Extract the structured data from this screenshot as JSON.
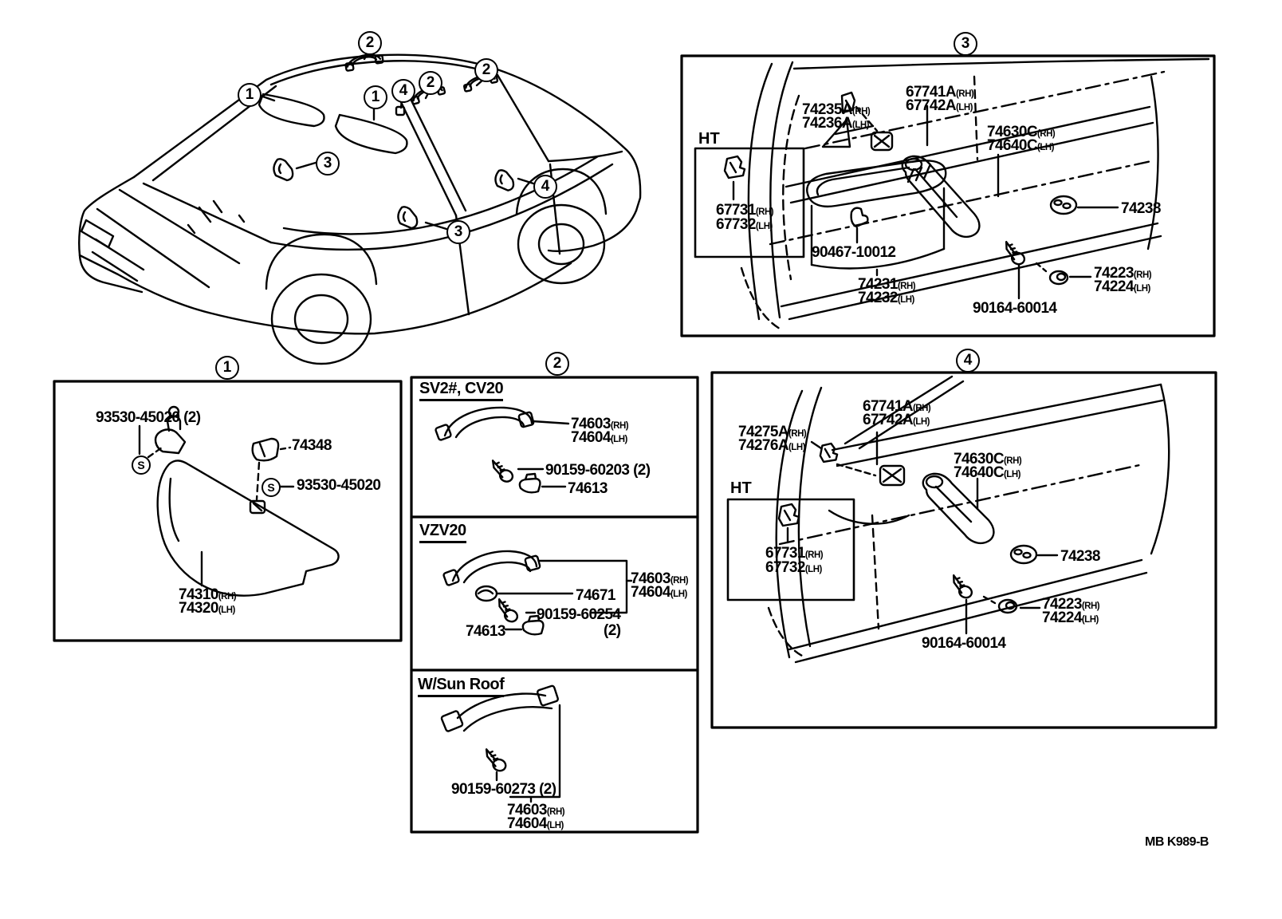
{
  "doc": {
    "footer_code": "MB K989-B",
    "ink": "#000000",
    "paper": "#ffffff"
  },
  "car": {
    "callouts": [
      "2",
      "1",
      "1",
      "4",
      "2",
      "2",
      "3",
      "4",
      "3"
    ]
  },
  "s1": {
    "no": "1",
    "s_symbol": "S",
    "l_93530_top": {
      "num": "93530-45020 (2)"
    },
    "l_74348": {
      "num": "74348"
    },
    "l_93530_right": {
      "num": "93530-45020"
    },
    "l_74310": {
      "num": "74310",
      "side": "(RH)"
    },
    "l_74320": {
      "num": "74320",
      "side": "(LH)"
    }
  },
  "s2": {
    "no": "2",
    "t_sv2": "SV2#, CV20",
    "t_vzv": "VZV20",
    "t_sunroof": "W/Sun Roof",
    "a_74603": {
      "num": "74603",
      "side": "(RH)"
    },
    "a_74604": {
      "num": "74604",
      "side": "(LH)"
    },
    "a_90159": {
      "num": "90159-60203 (2)"
    },
    "a_74613": {
      "num": "74613"
    },
    "b_74603": {
      "num": "74603",
      "side": "(RH)"
    },
    "b_74604": {
      "num": "74604",
      "side": "(LH)"
    },
    "b_74671": {
      "num": "74671"
    },
    "b_90159": {
      "num": "90159-60254"
    },
    "b_qty": "(2)",
    "b_74613": {
      "num": "74613"
    },
    "c_90159": {
      "num": "90159-60273 (2)"
    },
    "c_74603": {
      "num": "74603",
      "side": "(RH)"
    },
    "c_74604": {
      "num": "74604",
      "side": "(LH)"
    }
  },
  "s3": {
    "no": "3",
    "ht": "HT",
    "l_74235": {
      "num": "74235A",
      "side": "(RH)"
    },
    "l_74236": {
      "num": "74236A",
      "side": "(LH)"
    },
    "l_67741": {
      "num": "67741A",
      "side": "(RH)"
    },
    "l_67742": {
      "num": "67742A",
      "side": "(LH)"
    },
    "l_74630": {
      "num": "74630C",
      "side": "(RH)"
    },
    "l_74640": {
      "num": "74640C",
      "side": "(LH)"
    },
    "l_67731": {
      "num": "67731",
      "side": "(RH)"
    },
    "l_67732": {
      "num": "67732",
      "side": "(LH)"
    },
    "l_90467": {
      "num": "90467-10012"
    },
    "l_74231": {
      "num": "74231",
      "side": "(RH)"
    },
    "l_74232": {
      "num": "74232",
      "side": "(LH)"
    },
    "l_90164": {
      "num": "90164-60014"
    },
    "l_74223": {
      "num": "74223",
      "side": "(RH)"
    },
    "l_74224": {
      "num": "74224",
      "side": "(LH)"
    },
    "l_74238": {
      "num": "74238"
    }
  },
  "s4": {
    "no": "4",
    "ht": "HT",
    "l_67741": {
      "num": "67741A",
      "side": "(RH)"
    },
    "l_67742": {
      "num": "67742A",
      "side": "(LH)"
    },
    "l_74275": {
      "num": "74275A",
      "side": "(RH)"
    },
    "l_74276": {
      "num": "74276A",
      "side": "(LH)"
    },
    "l_74630": {
      "num": "74630C",
      "side": "(RH)"
    },
    "l_74640": {
      "num": "74640C",
      "side": "(LH)"
    },
    "l_67731": {
      "num": "67731",
      "side": "(RH)"
    },
    "l_67732": {
      "num": "67732",
      "side": "(LH)"
    },
    "l_74238": {
      "num": "74238"
    },
    "l_74223": {
      "num": "74223",
      "side": "(RH)"
    },
    "l_74224": {
      "num": "74224",
      "side": "(LH)"
    },
    "l_90164": {
      "num": "90164-60014"
    }
  }
}
